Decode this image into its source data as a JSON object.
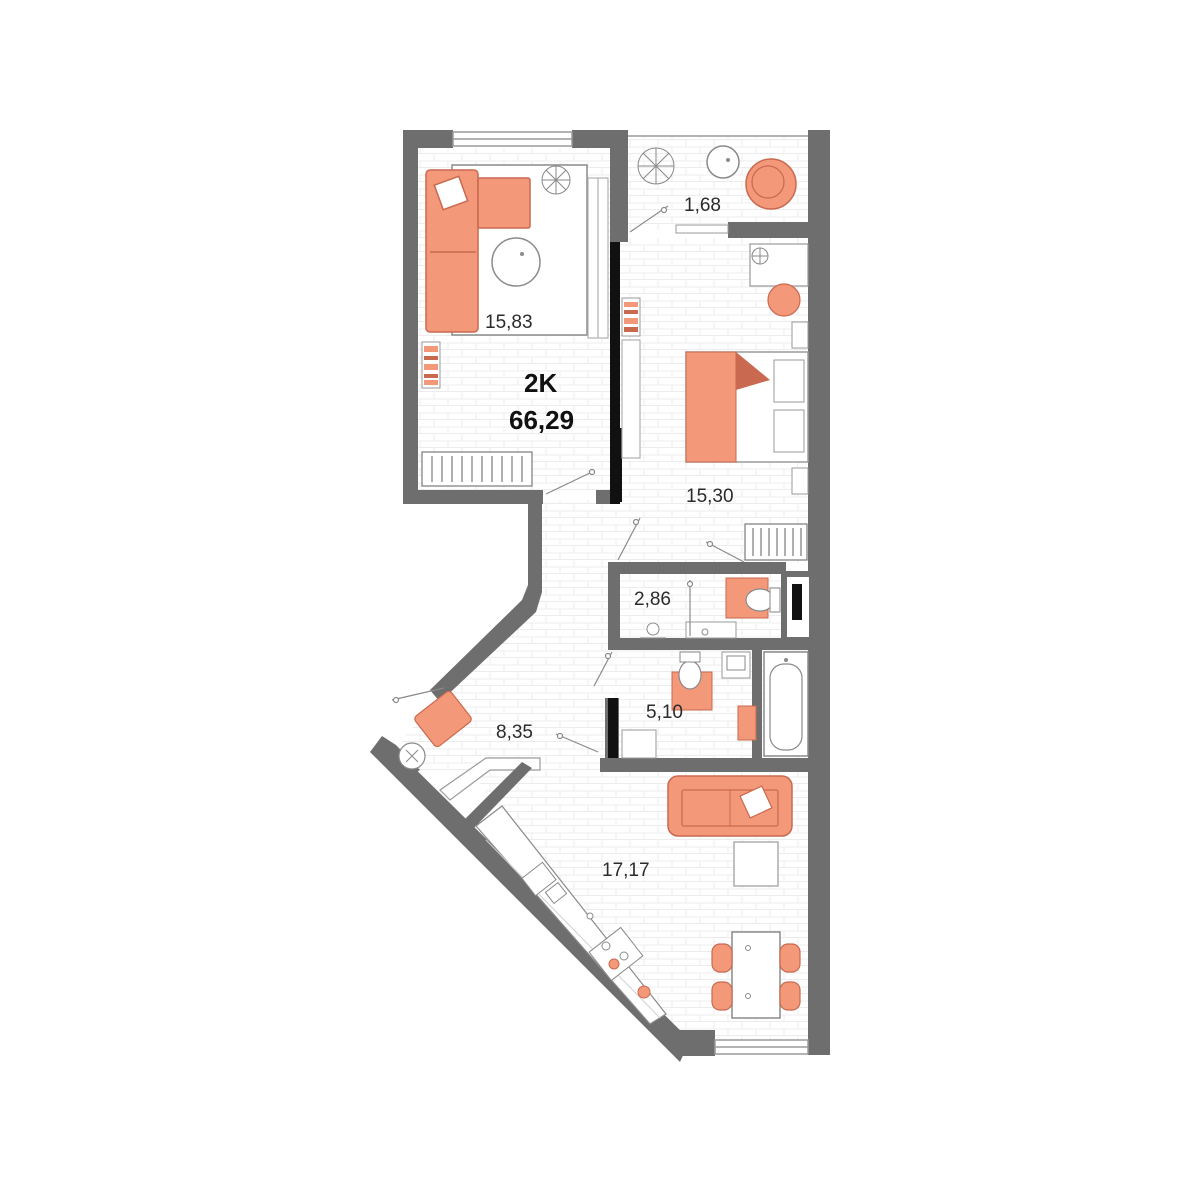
{
  "apartment": {
    "type_label": "2K",
    "total_area": "66,29"
  },
  "rooms": {
    "bedroom_left": "15,83",
    "balcony": "1,68",
    "bedroom_right": "15,30",
    "toilet": "2,86",
    "bathroom": "5,10",
    "hallway": "8,35",
    "kitchen_living": "17,17"
  },
  "colors": {
    "wall": "#6e6e6e",
    "wall_dark": "#111111",
    "furniture_accent": "#f4987a",
    "furniture_dark": "#c9694f",
    "floor_lines": "#e9e9e9",
    "outline": "#9a9a9a"
  },
  "icons": [
    "sofa-icon",
    "bed-icon",
    "toilet-icon",
    "bathtub-icon",
    "sink-icon",
    "stove-icon",
    "plant-icon",
    "table-icon",
    "chair-icon",
    "door-swing-icon",
    "window-icon",
    "armchair-icon"
  ]
}
